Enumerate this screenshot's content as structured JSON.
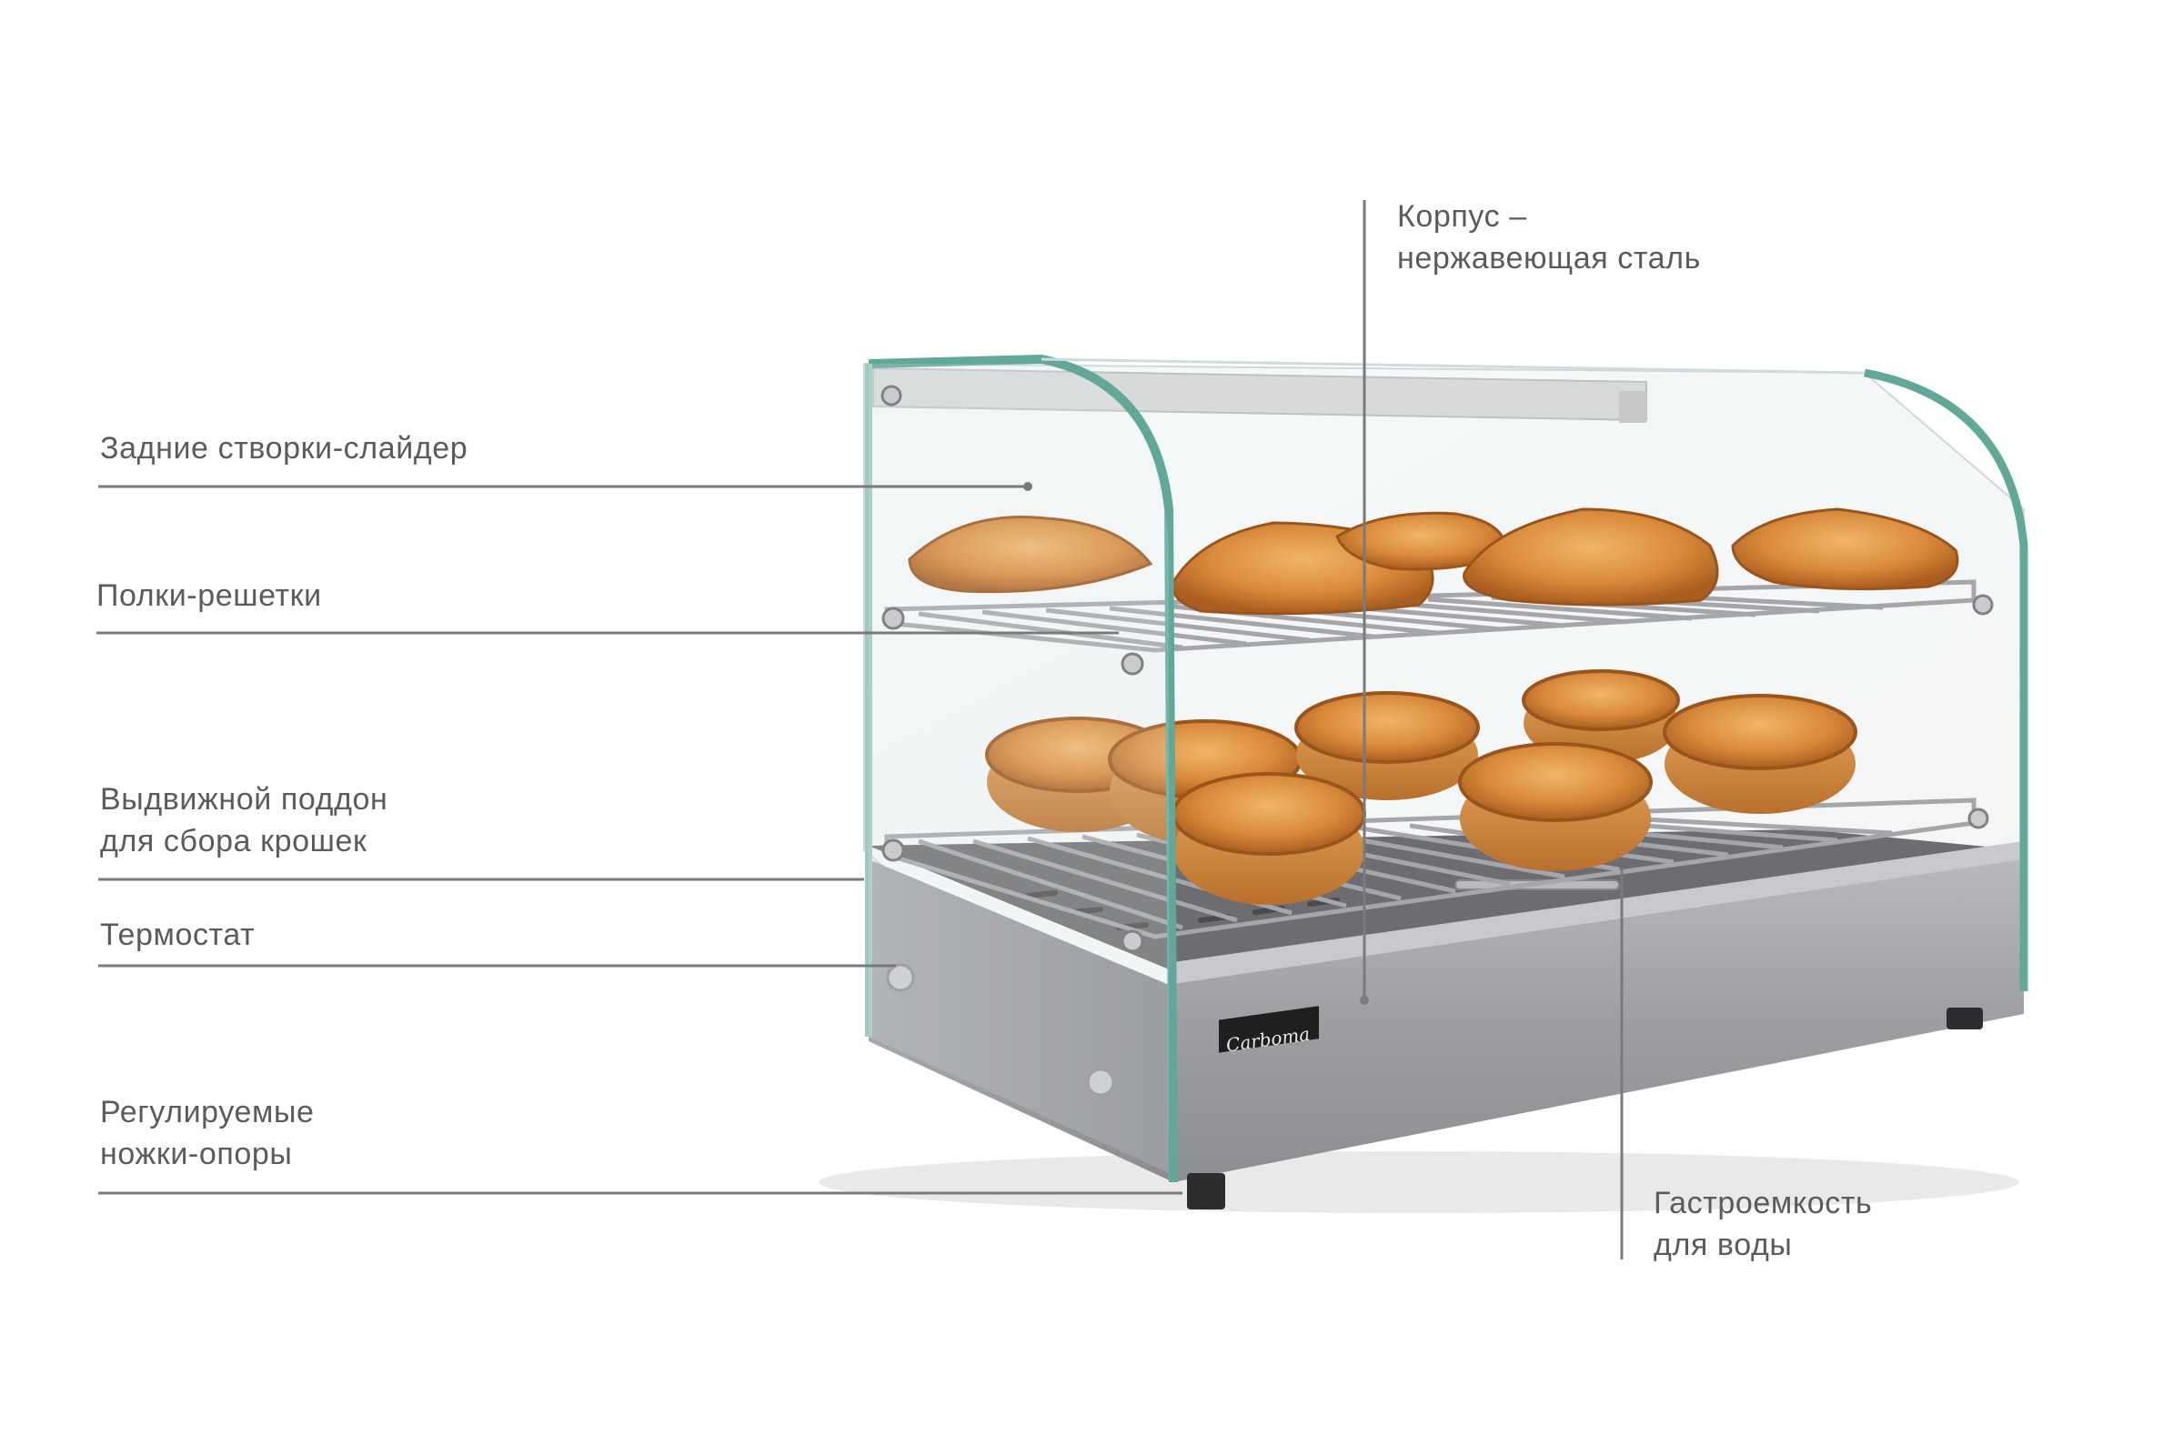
{
  "callouts": {
    "rear_doors": "Задние створки-слайдер",
    "shelves": "Полки-решетки",
    "crumb_tray": [
      "Выдвижной поддон",
      "для сбора крошек"
    ],
    "thermostat": "Термостат",
    "feet": [
      "Регулируемые",
      "ножки-опоры"
    ],
    "body": [
      "Корпус –",
      "нержавеющая сталь"
    ],
    "water_pan": [
      "Гастроемкость",
      "для воды"
    ]
  },
  "brand_plate": "Carboma",
  "colors": {
    "label_text": "#5b5b5b",
    "leader_line": "#7a7a7a",
    "steel": "#9a9ca0",
    "glass_edge": "#5fa89a",
    "pastry": "#d98b3a"
  }
}
